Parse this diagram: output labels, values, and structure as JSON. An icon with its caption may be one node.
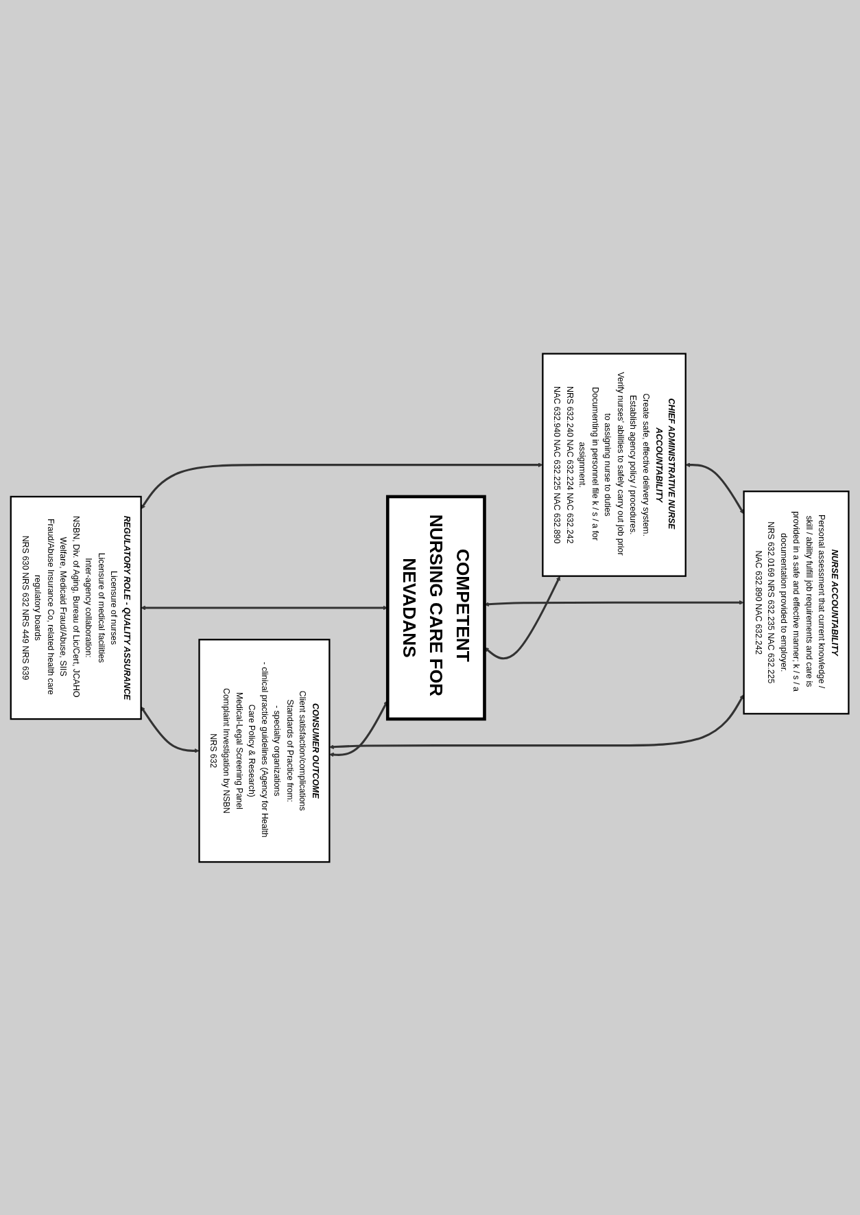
{
  "diagram": {
    "nodes": [
      {
        "text": [
          "NURSE ACCOUNTABILITY",
          "Personal assessment that current knowledge / skill / ability fulfill job requirements and care is provided in a safe and effective manner; k / s / a documentation provided to employer.",
          "NRS 632.0169 NRS 632.235 NAC 632.225",
          "NAC 632.890 NAC 632.242"
        ]
      },
      {
        "text": [
          "CHIEF ADMINISTRATIVE NURSE ACCOUNTABILITY",
          "Create safe, effective delivery system.",
          "Establish agency policy / procedures.",
          "Verify nurses' abilities to safely carry out job prior to assigning nurse to duties",
          "Documenting in personnel file k / s / a for assignment.",
          "NRS 632.240 NAC 632.224 NAC 632.242",
          "NAC 632.940 NAC 632.225 NAC 632.890"
        ]
      },
      {
        "text": [
          "COMPETENT NURSING CARE FOR NEVADANS"
        ]
      },
      {
        "text": [
          "CONSUMER OUTCOME",
          "Client satisfaction/complications",
          "Standards of Practice from:",
          "- specialty organizations",
          "- clinical practice guidelines (Agency for Health Care Policy & Research)",
          "Medical-Legal Screening Panel",
          "Complaint Investigation by NSBN",
          "NRS 632"
        ]
      },
      {
        "text": [
          "REGULATORY ROLE - QUALITY ASSURANCE",
          "Licensure of nurses",
          "Licensure of medical facilities",
          "Inter-agency collaboration:",
          "NSBN, Div. of Aging, Bureau of Lic/Cert, JCAHO Welfare, Medicaid Fraud/Abuse, SIIS Fraud/Abuse Insurance Co, related health care regulatory boards",
          "NRS 630 NRS 632 NRS 449 NRS 639"
        ]
      }
    ],
    "edges": [
      {
        "from": 0,
        "to": 1,
        "arrow": "both"
      },
      {
        "from": 0,
        "to": 2,
        "arrow": "both"
      },
      {
        "from": 1,
        "to": 2,
        "arrow": "both"
      },
      {
        "from": 0,
        "to": 3,
        "arrow": "both"
      },
      {
        "from": 1,
        "to": 4,
        "arrow": "both"
      },
      {
        "from": 2,
        "to": 3,
        "arrow": "both"
      },
      {
        "from": 2,
        "to": 4,
        "arrow": "both"
      },
      {
        "from": 3,
        "to": 4,
        "arrow": "both"
      }
    ]
  }
}
